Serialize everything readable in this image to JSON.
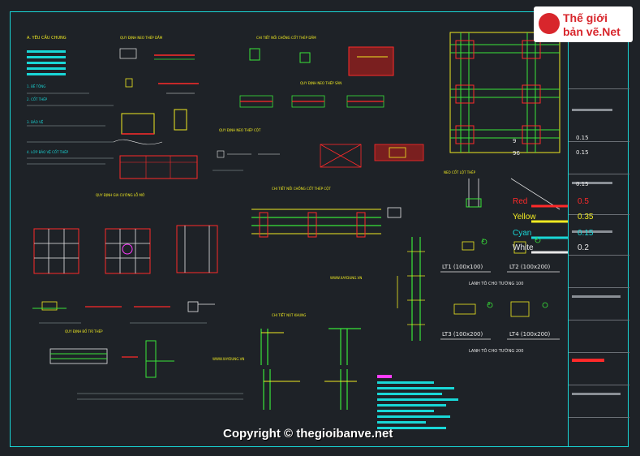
{
  "logo": {
    "line1": "Thế giới",
    "line2": "bản vẽ.Net",
    "accent": "#d8262c"
  },
  "watermark": "Copyright © thegioibanve.net",
  "notes_heading": "A. YÊU CẦU CHUNG",
  "notes_items": [
    "1. BÊ TÔNG",
    "2. CỐT THÉP",
    "3. BẢO VỆ",
    "4. LỚP BẢO VỆ CỐT THÉP"
  ],
  "section_titles": {
    "beam_detail": "QUY ĐỊNH NEO THÉP DẦM",
    "beam_joint": "CHI TIẾT NỐI CHỒNG CỐT THÉP DẦM",
    "column_anchor": "QUY ĐỊNH NEO THÉP CỘT",
    "slab_anchor": "QUY ĐỊNH NEO THÉP SÀN",
    "hole_reinf": "QUY ĐỊNH GIA CƯỜNG LỖ MỞ",
    "column_joint": "CHI TIẾT NỐI CHỒNG CỐT THÉP CỘT",
    "lintel_note": "NEO CỐT LỘT THÉP",
    "wall_joint": "CHI TIẾT NÚT KHUNG",
    "beam_section": "QUY ĐỊNH BỐ TRÍ THÉP"
  },
  "website": "WWW.XAYDUNG.VN",
  "lintels": [
    {
      "label": "LT1 (100x100)"
    },
    {
      "label": "LT2 (100x200)"
    },
    {
      "label": "LT3 (100x200)"
    },
    {
      "label": "LT4 (100x200)"
    }
  ],
  "lintel_captions": {
    "wall100": "LANH TÔ CHO TƯỜNG 100",
    "wall200": "LANH TÔ CHO TƯỜNG 200"
  },
  "legend": [
    {
      "name": "Red",
      "value": "0.5",
      "color": "#ff2a2a"
    },
    {
      "name": "Yellow",
      "value": "0.35",
      "color": "#f0ea22"
    },
    {
      "name": "Cyan",
      "value": "0.15",
      "color": "#19d7d7"
    },
    {
      "name": "White",
      "value": "0.2",
      "color": "#e8e8e8"
    }
  ],
  "layer_values": [
    "9",
    "96",
    "0.15",
    "0.15",
    "0.15"
  ],
  "rebar_marks": [
    "1",
    "2",
    "3"
  ]
}
